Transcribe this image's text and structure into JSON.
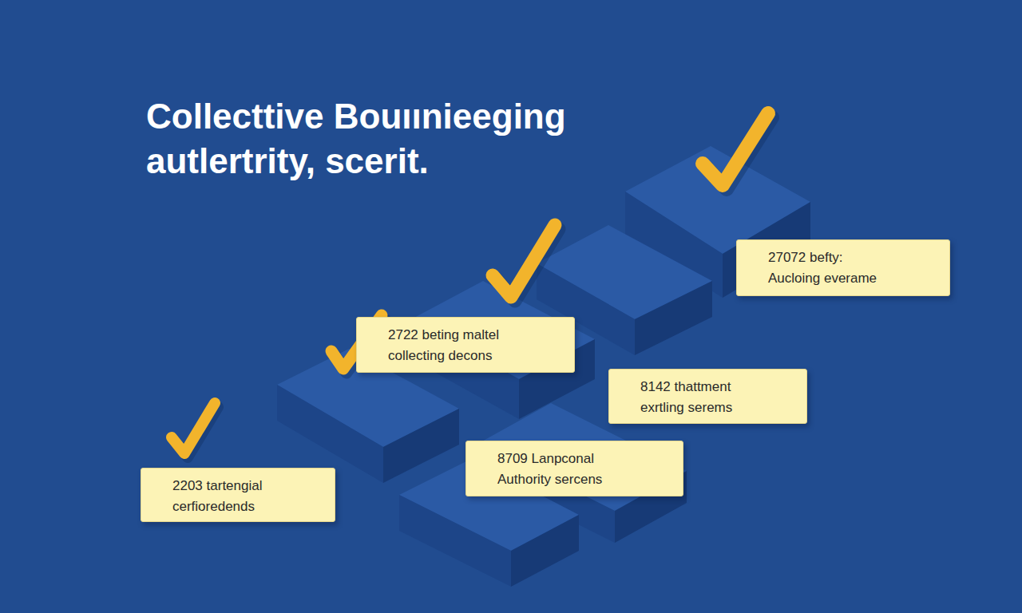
{
  "diagram": {
    "title": "Collecttive Bouıınieeging autlertrity, scerit.",
    "nodes": [
      {
        "text": [
          "27072 befty:",
          "Aucloing everame"
        ]
      },
      {
        "text": [
          "2722 beting maltel",
          "collecting decons"
        ]
      },
      {
        "text": [
          "8142 thattment",
          "exrtling serems"
        ]
      },
      {
        "text": [
          "8709 Lanpconal",
          "Authority sercens"
        ]
      },
      {
        "text": [
          "2203 tartengial",
          "cerfioredends"
        ]
      }
    ]
  }
}
